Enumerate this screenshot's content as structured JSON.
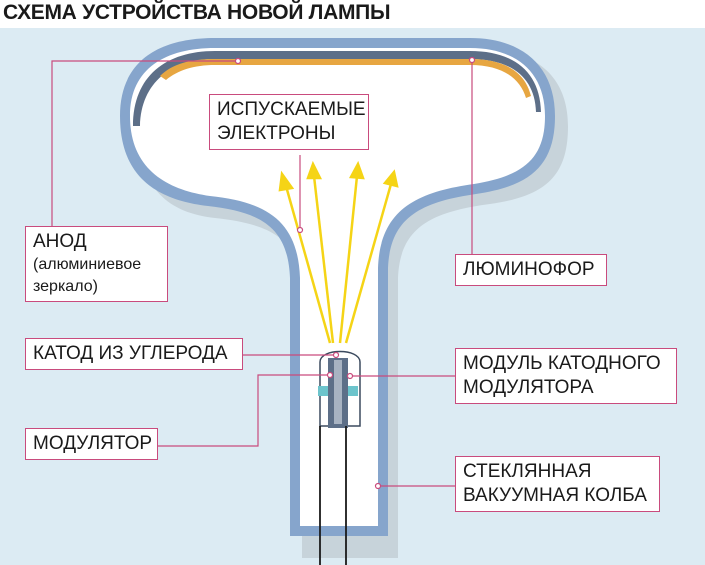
{
  "title": "СХЕМА УСТРОЙСТВА НОВОЙ ЛАМПЫ",
  "colors": {
    "background": "#dcebf3",
    "glass": "#86a5cc",
    "glass_inner": "#ffffff",
    "shadow": "#c7d3da",
    "phosphor": "#e7a641",
    "electrons": "#f5d416",
    "callout": "#c94b7d",
    "cathode_module": "#5d6f88",
    "modulator": "#6cc4cc"
  },
  "labels": {
    "electrons": [
      "ИСПУСКАЕМЫЕ",
      "ЭЛЕКТРОНЫ"
    ],
    "anode_title": "АНОД",
    "anode_sub": [
      "(алюминиевое",
      "зеркало)"
    ],
    "phosphor": "ЛЮМИНОФОР",
    "cathode": "КАТОД ИЗ УГЛЕРОДА",
    "module": [
      "МОДУЛЬ КАТОДНОГО",
      "МОДУЛЯТОРА"
    ],
    "modulator": "МОДУЛЯТОР",
    "flask": [
      "СТЕКЛЯННАЯ",
      "ВАКУУМНАЯ КОЛБА"
    ]
  }
}
